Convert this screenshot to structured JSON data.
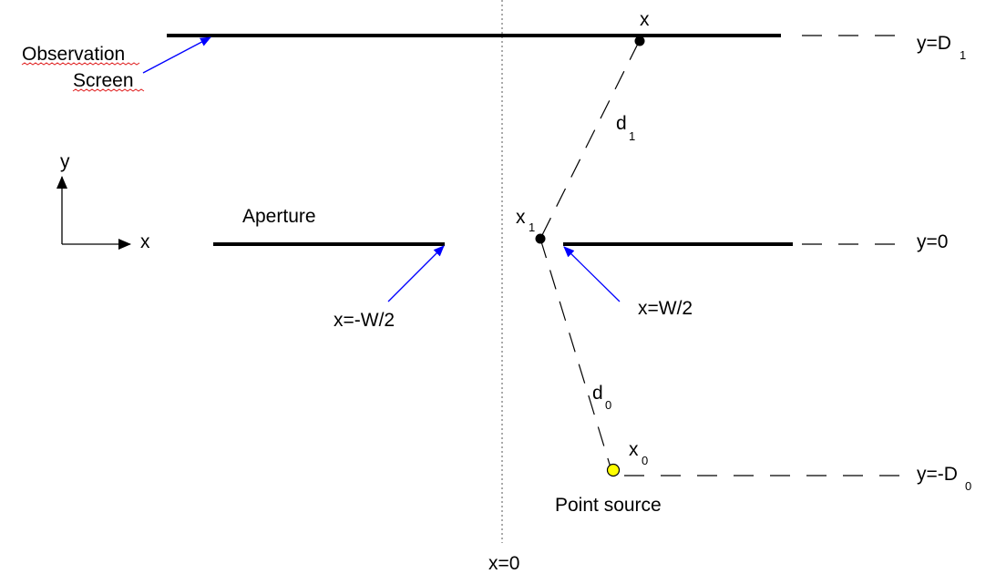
{
  "labels": {
    "observation_line1": "Observation",
    "observation_line2": "Screen",
    "aperture": "Aperture",
    "axis_y": "y",
    "axis_x": "x",
    "screen_point": "x",
    "x1_main": "x",
    "x1_sub": "1",
    "x0_main": "x",
    "x0_sub": "0",
    "d1_main": "d",
    "d1_sub": "1",
    "d0_main": "d",
    "d0_sub": "0",
    "y_d1_main": "y=D",
    "y_d1_sub": "1",
    "y_zero": "y=0",
    "y_d0_main": "y=-D",
    "y_d0_sub": "0",
    "x_neg_half": "x=-W/2",
    "x_pos_half": "x=W/2",
    "point_source": "Point source",
    "x_zero": "x=0"
  },
  "colors": {
    "barrier": "#000000",
    "pointer": "#0000ff",
    "point_source_fill": "#ffff00",
    "spell_underline": "#e02020"
  }
}
